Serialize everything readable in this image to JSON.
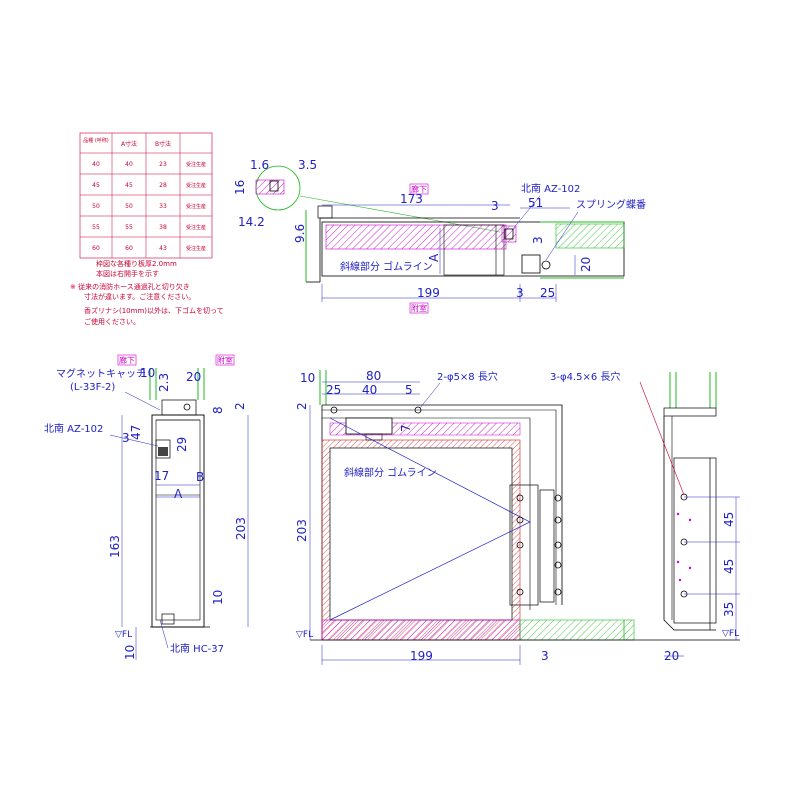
{
  "table": {
    "headers": [
      "品種\n(呼称)",
      "A寸法",
      "B寸法",
      ""
    ],
    "rows": [
      [
        "40",
        "40",
        "23",
        "受注生産"
      ],
      [
        "45",
        "45",
        "28",
        "受注生産"
      ],
      [
        "50",
        "50",
        "33",
        "受注生産"
      ],
      [
        "55",
        "55",
        "38",
        "受注生産"
      ],
      [
        "60",
        "60",
        "43",
        "受注生産"
      ]
    ]
  },
  "notes": [
    "枠図な各種り板厚2.0mm",
    "本図は右開手を示す",
    "※ 従来の消防ホース通過孔と切り欠き",
    "寸法が違います。ご注意ください。",
    "香ズリナシ(10mm)以外は、下ゴムを切って",
    "ご使用ください。"
  ],
  "tags": {
    "corridor": "廊下",
    "room": "附室"
  },
  "labels": {
    "kitanan_az102": "北南 AZ-102",
    "spring_hinge": "スプリング蝶番",
    "slant_rubber": "斜線部分 ゴムライン",
    "magnet_catch": "マグネットキャッチ",
    "magnet_model": "(L-33F-2)",
    "kitanan_az102_b": "北南 AZ-102",
    "kitanan_hc37": "北南 HC-37",
    "holes_2": "2-φ5×8 長穴",
    "holes_3": "3-φ4.5×6 長穴",
    "fl": "▽FL",
    "A": "A",
    "B": "B"
  },
  "dims": {
    "top": {
      "d1_6": "1.6",
      "d3_5": "3.5",
      "d16": "16",
      "d14_2": "14.2",
      "d9_6": "9.6",
      "d173": "173",
      "d3": "3",
      "d51": "51",
      "d199": "199",
      "d3b": "3",
      "d25": "25",
      "d20": "20",
      "d3c": "3",
      "dA": "A"
    },
    "side": {
      "d10": "10",
      "d2_3": "2.3",
      "d20": "20",
      "d8": "8",
      "d2": "2",
      "d47": "47",
      "d3": "3",
      "d29": "29",
      "d17": "17",
      "d203": "203",
      "d163": "163",
      "d10b": "10",
      "d10c": "10"
    },
    "front": {
      "d10": "10",
      "d80": "80",
      "d25": "25",
      "d40": "40",
      "d5": "5",
      "d2": "2",
      "d7": "7",
      "d203": "203",
      "d199": "199",
      "d3": "3"
    },
    "right": {
      "d45a": "45",
      "d45b": "45",
      "d35": "35",
      "d20": "20"
    }
  }
}
